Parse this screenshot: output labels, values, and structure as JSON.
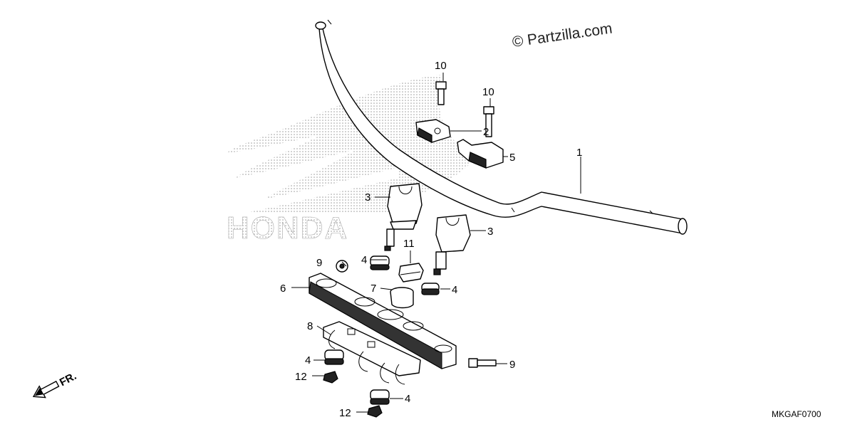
{
  "watermark": "© Partzilla.com",
  "diagram_code": "MKGAF0700",
  "front_marker": "FR.",
  "logo_text": "HONDA",
  "callouts": [
    {
      "id": "c1",
      "text": "1"
    },
    {
      "id": "c2",
      "text": "2"
    },
    {
      "id": "c3a",
      "text": "3"
    },
    {
      "id": "c3b",
      "text": "3"
    },
    {
      "id": "c4a",
      "text": "4"
    },
    {
      "id": "c4b",
      "text": "4"
    },
    {
      "id": "c4c",
      "text": "4"
    },
    {
      "id": "c4d",
      "text": "4"
    },
    {
      "id": "c5",
      "text": "5"
    },
    {
      "id": "c6",
      "text": "6"
    },
    {
      "id": "c7",
      "text": "7"
    },
    {
      "id": "c8",
      "text": "8"
    },
    {
      "id": "c9a",
      "text": "9"
    },
    {
      "id": "c9b",
      "text": "9"
    },
    {
      "id": "c10a",
      "text": "10"
    },
    {
      "id": "c10b",
      "text": "10"
    },
    {
      "id": "c11",
      "text": "11"
    },
    {
      "id": "c12a",
      "text": "12"
    },
    {
      "id": "c12b",
      "text": "12"
    }
  ]
}
